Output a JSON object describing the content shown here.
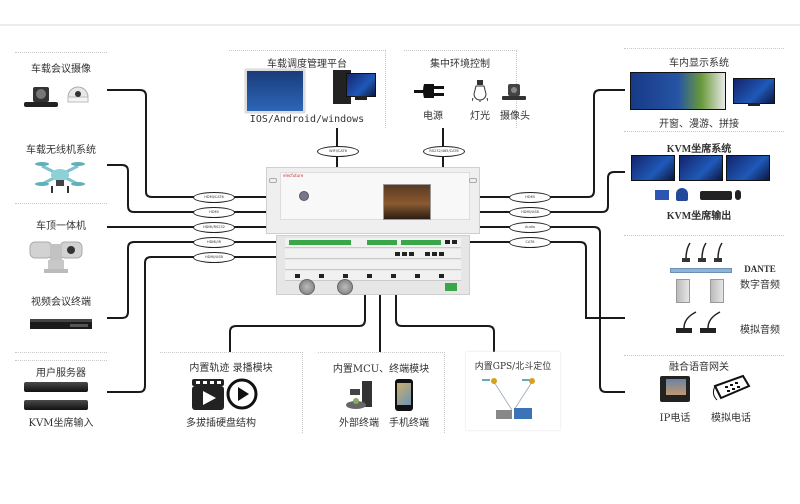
{
  "diagram": {
    "title": "车载会议系统拓扑图",
    "hub": {
      "name": "core-device",
      "brand_label": "elecfuture"
    },
    "left_groups": [
      {
        "id": "vehicle-camera",
        "label": "车载会议摄像",
        "icons": [
          "ptz-camera-icon",
          "dome-camera-icon"
        ]
      },
      {
        "id": "drone-system",
        "label": "车载无线机系统",
        "icons": [
          "drone-icon"
        ]
      },
      {
        "id": "roof-unit",
        "label": "车顶一体机",
        "icons": [
          "pan-tilt-camera-icon"
        ]
      },
      {
        "id": "video-conf-terminal",
        "label": "视频会议终端",
        "icons": [
          "terminal-box-icon"
        ]
      },
      {
        "id": "user-server",
        "label": "用户服务器",
        "sublabel": "KVM坐席输入",
        "icons": [
          "rack-server-icon",
          "rack-server-icon"
        ]
      }
    ],
    "top_groups": [
      {
        "id": "dispatch-platform",
        "label": "车载调度管理平台",
        "caption": "IOS/Android/windows",
        "icons": [
          "tablet-icon",
          "desktop-pc-icon"
        ]
      },
      {
        "id": "environment-control",
        "label": "集中环境控制",
        "items": [
          {
            "icon": "power-plug-icon",
            "label": "电源"
          },
          {
            "icon": "light-bulb-icon",
            "label": "灯光"
          },
          {
            "icon": "camera-icon",
            "label": "摄像头"
          }
        ]
      }
    ],
    "right_groups": [
      {
        "id": "display-system",
        "label": "车内显示系统",
        "caption": "开窗、漫游、拼接",
        "icons": [
          "video-wall-icon",
          "monitor-icon"
        ]
      },
      {
        "id": "kvm-system",
        "label": "KVM坐席系统",
        "caption": "KVM坐席输出",
        "icons": [
          "monitor-icon",
          "monitor-icon",
          "monitor-icon",
          "user-group-icon",
          "keyboard-icon",
          "mouse-icon"
        ]
      },
      {
        "id": "audio-system",
        "items": [
          {
            "label": "DANTE",
            "sublabel": "数字音频",
            "icons": [
              "gooseneck-mic-icon",
              "speaker-icon"
            ]
          },
          {
            "label": "模拟音频",
            "icons": [
              "desk-mic-icon"
            ]
          }
        ]
      },
      {
        "id": "voice-gateway",
        "label": "融合语音网关",
        "items": [
          {
            "icon": "ip-phone-icon",
            "label": "IP电话"
          },
          {
            "icon": "analog-phone-icon",
            "label": "模拟电话"
          }
        ]
      }
    ],
    "bottom_groups": [
      {
        "id": "recording-module",
        "label": "内置轨迹 录播模块",
        "caption": "多拔插硬盘结构",
        "icons": [
          "clapperboard-icon",
          "play-icon"
        ]
      },
      {
        "id": "mcu-module",
        "label": "内置MCU、终端模块",
        "items": [
          {
            "icon": "conference-endpoint-icon",
            "label": "外部终端"
          },
          {
            "icon": "mobile-phone-icon",
            "label": "手机终端"
          }
        ]
      },
      {
        "id": "gps-module",
        "label": "内置GPS/北斗定位",
        "icons": [
          "satellite-icon",
          "satellite-icon",
          "gps-receiver-icon",
          "map-icon"
        ]
      }
    ],
    "connections": {
      "left": [
        "HDMI/CAT6",
        "HDMI",
        "HDMI/RS232",
        "HDMI/IR",
        "HDMI/USB"
      ],
      "right": [
        "HDMI",
        "HDMI/USB",
        "Audio",
        "CAT6"
      ],
      "top": [
        "WIFI/CAT6",
        "RS232/485/CAT6"
      ]
    }
  }
}
